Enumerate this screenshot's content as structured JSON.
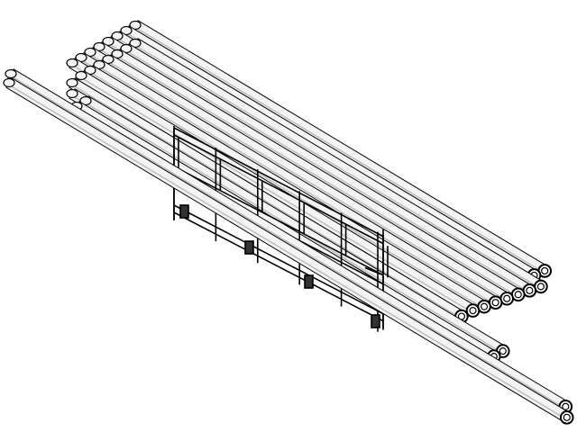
{
  "scene": {
    "background": "#ffffff",
    "line_color": "#000000",
    "pipe_fill": "#f4f4f4",
    "pipe_shade": "#bdbdbd",
    "view": "isometric",
    "objects": [
      "pipe-bundle",
      "pipe-rack-frame"
    ]
  }
}
